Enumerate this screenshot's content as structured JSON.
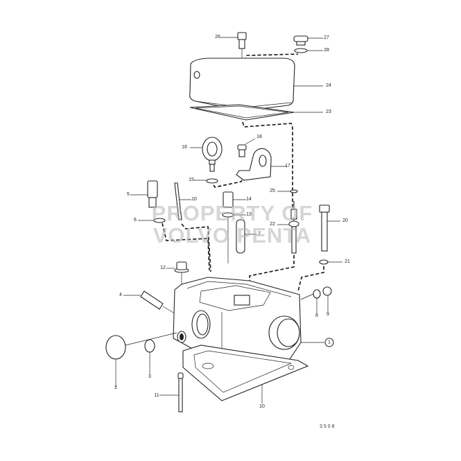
{
  "diagram": {
    "type": "exploded-parts-diagram",
    "subject": "Cylinder head assembly",
    "watermark": {
      "line1": "PROPERTY OF",
      "line2": "VOLVO PENTA"
    },
    "figure_number": "3508",
    "parts": [
      {
        "ref": "1",
        "label": "1",
        "circled": true,
        "item": "cylinder-head"
      },
      {
        "ref": "2",
        "label": "2",
        "item": "cover-plate-large"
      },
      {
        "ref": "3",
        "label": "3",
        "item": "cover-plate-small"
      },
      {
        "ref": "4",
        "label": "4",
        "item": "sleeve"
      },
      {
        "ref": "5",
        "label": "5",
        "item": "nozzle-sleeve"
      },
      {
        "ref": "6",
        "label": "6",
        "item": "washer"
      },
      {
        "ref": "7",
        "label": "7",
        "item": "valve-guide"
      },
      {
        "ref": "8",
        "label": "8",
        "item": "nut"
      },
      {
        "ref": "9",
        "label": "9",
        "item": "plug"
      },
      {
        "ref": "10a",
        "label": "10",
        "item": "stud"
      },
      {
        "ref": "10b",
        "label": "10",
        "item": "cylinder-head-gasket"
      },
      {
        "ref": "11",
        "label": "11",
        "item": "stud"
      },
      {
        "ref": "12",
        "label": "12",
        "item": "flange-nut"
      },
      {
        "ref": "13",
        "label": "13",
        "item": "washer"
      },
      {
        "ref": "14",
        "label": "14",
        "item": "spacer-sleeve"
      },
      {
        "ref": "15",
        "label": "15",
        "item": "washer"
      },
      {
        "ref": "16",
        "label": "16",
        "item": "lifting-eye"
      },
      {
        "ref": "17",
        "label": "17",
        "item": "lifting-bracket"
      },
      {
        "ref": "18",
        "label": "18",
        "item": "screw"
      },
      {
        "ref": "20",
        "label": "20",
        "item": "bolt"
      },
      {
        "ref": "21",
        "label": "21",
        "item": "washer"
      },
      {
        "ref": "22",
        "label": "22",
        "item": "stud"
      },
      {
        "ref": "23",
        "label": "23",
        "item": "valve-cover-gasket"
      },
      {
        "ref": "24",
        "label": "24",
        "item": "valve-cover"
      },
      {
        "ref": "25",
        "label": "25",
        "item": "circlip"
      },
      {
        "ref": "26",
        "label": "26",
        "item": "screw"
      },
      {
        "ref": "27",
        "label": "27",
        "item": "oil-filler-cap"
      },
      {
        "ref": "28",
        "label": "28",
        "item": "seal-ring"
      }
    ],
    "labels": {
      "l1": "1",
      "l2": "2",
      "l3": "3",
      "l4": "4",
      "l5": "5",
      "l6": "6",
      "l7": "7",
      "l8": "8",
      "l9": "9",
      "l10a": "10",
      "l10b": "10",
      "l11": "11",
      "l12": "12",
      "l13": "13",
      "l14": "14",
      "l15": "15",
      "l16": "16",
      "l17": "17",
      "l18": "18",
      "l20": "20",
      "l21": "21",
      "l22": "22",
      "l23": "23",
      "l24": "24",
      "l25": "25",
      "l26": "26",
      "l27": "27",
      "l28": "28"
    },
    "colors": {
      "line": "#222222",
      "background": "#ffffff",
      "watermark": "#b4b4b4"
    }
  }
}
